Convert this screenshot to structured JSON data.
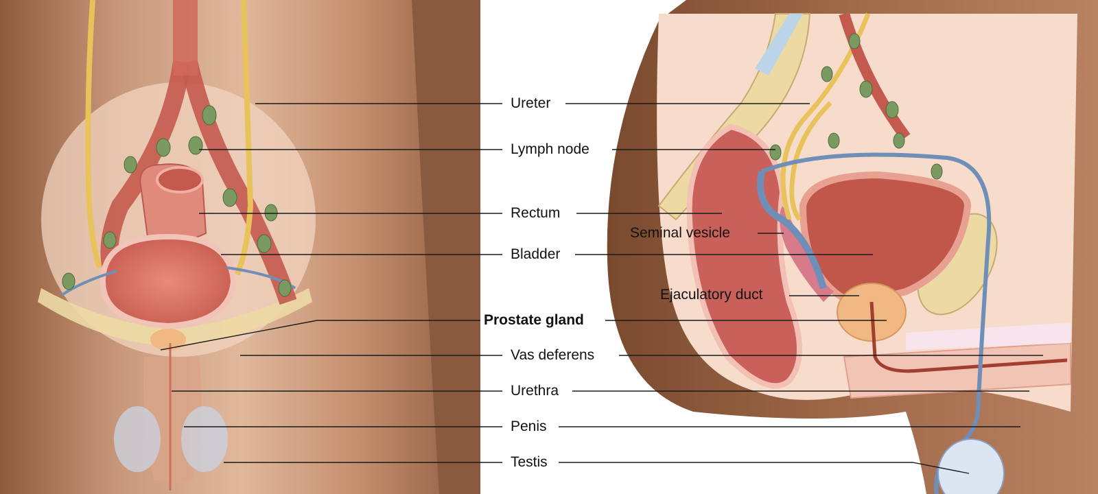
{
  "labels": {
    "ureter": "Ureter",
    "lymph_node": "Lymph node",
    "rectum": "Rectum",
    "bladder": "Bladder",
    "seminal_vesicle": "Seminal vesicle",
    "ejaculatory_duct": "Ejaculatory duct",
    "prostate_gland": "Prostate gland",
    "vas_deferens": "Vas deferens",
    "urethra": "Urethra",
    "penis": "Penis",
    "testis": "Testis"
  },
  "colors": {
    "skin": "#9c6a4a",
    "skin_light": "#c9987a",
    "organ_pink": "#e59a8c",
    "rectum_red": "#c9605a",
    "ureter_yellow": "#e8c25a",
    "lymph_green": "#7a9a62",
    "vessel_blue": "#6f8fb8",
    "prostate_orange": "#f0b883",
    "bone": "#ecd9a4",
    "leader_line": "#1a1a1a"
  }
}
